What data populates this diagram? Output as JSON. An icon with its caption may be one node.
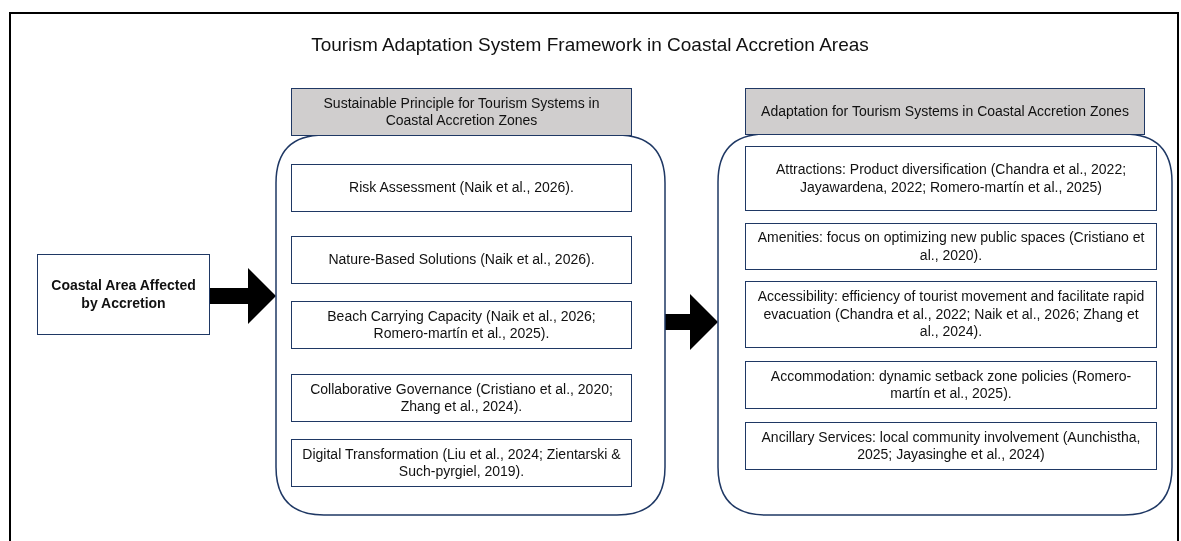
{
  "diagram": {
    "title": "Tourism Adaptation System Framework in Coastal Accretion Areas",
    "nodes": [
      {
        "text": [
          "Coastal Area Affected by Accretion"
        ]
      },
      {
        "text": [
          "Sustainable Principle for Tourism Systems in Coastal Accretion Zones"
        ]
      },
      {
        "text": [
          "Risk Assessment (Naik et al., 2026)."
        ],
        "in": 1
      },
      {
        "text": [
          "Nature-Based Solutions (Naik et al., 2026)."
        ],
        "in": 1
      },
      {
        "text": [
          "Beach Carrying Capacity (Naik et al., 2026; Romero-martín et al., 2025)."
        ],
        "in": 1
      },
      {
        "text": [
          "Collaborative Governance (Cristiano et al., 2020; Zhang et al., 2024)."
        ],
        "in": 1
      },
      {
        "text": [
          "Digital Transformation (Liu et al., 2024; Zientarski & Such-pyrgiel, 2019)."
        ],
        "in": 1
      },
      {
        "text": [
          "Adaptation for Tourism Systems in Coastal Accretion Zones"
        ]
      },
      {
        "text": [
          "Attractions: Product diversification (Chandra et al., 2022; Jayawardena, 2022; Romero-martín et al., 2025)"
        ],
        "in": 7
      },
      {
        "text": [
          "Amenities:  focus on optimizing new public spaces (Cristiano et al., 2020)."
        ],
        "in": 7
      },
      {
        "text": [
          "Accessibility: efficiency of tourist movement and facilitate rapid evacuation (Chandra et al., 2022; Naik et al., 2026; Zhang et al., 2024)."
        ],
        "in": 7
      },
      {
        "text": [
          "Accommodation: dynamic setback zone policies (Romero-martín et al., 2025)."
        ],
        "in": 7
      },
      {
        "text": [
          "Ancillary Services: local community involvement (Aunchistha, 2025; Jayasinghe et al., 2024)"
        ],
        "in": 7
      }
    ],
    "edges": [
      {
        "from": 0,
        "to": 1,
        "arrow": "to"
      },
      {
        "from": 1,
        "to": 7,
        "arrow": "to"
      }
    ]
  }
}
